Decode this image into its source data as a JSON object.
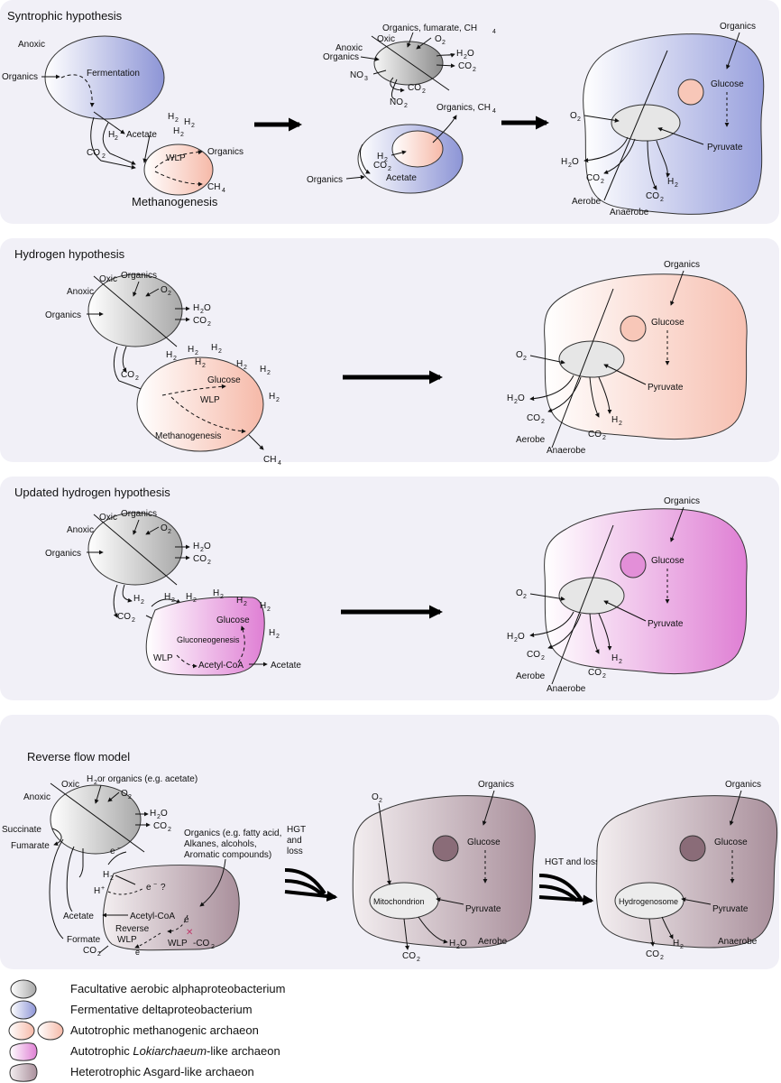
{
  "panels": {
    "syntrophic": {
      "title": "Syntrophic hypothesis",
      "labels": {
        "anoxic": "Anoxic",
        "organics_in": "Organics",
        "fermentation": "Fermentation",
        "acetate": "Acetate",
        "h2_a": "H",
        "h2_b": "H",
        "h2_c": "H",
        "h2_d": "H",
        "co2": "CO",
        "wlp": "WLP",
        "organics_out": "Organics",
        "ch4": "CH",
        "methanogenesis": "Methanogenesis",
        "mid_top": "Organics, fumarate, CH",
        "mid_oxic": "Oxic",
        "mid_o2": "O",
        "mid_anoxic": "Anoxic",
        "mid_organics": "Organics",
        "mid_h2o": "H",
        "mid_co2": "CO",
        "mid_no3": "NO",
        "mid_co2b": "CO",
        "mid_no2": "NO",
        "mid_organics_ch4": "Organics, CH",
        "mid_h2": "H",
        "mid_co2c": "CO",
        "mid_acetate": "Acetate",
        "mid_organics2": "Organics",
        "right_organics": "Organics",
        "right_glucose": "Glucose",
        "right_o2": "O",
        "right_pyruvate": "Pyruvate",
        "right_h2o": "H",
        "right_co2": "CO",
        "right_co2b": "CO",
        "right_h2": "H",
        "aerobe": "Aerobe",
        "anaerobe": "Anaerobe"
      }
    },
    "hydrogen": {
      "title": "Hydrogen hypothesis",
      "labels": {
        "oxic": "Oxic",
        "organics_top": "Organics",
        "o2": "O",
        "anoxic": "Anoxic",
        "organics_in": "Organics",
        "h2o": "H",
        "co2": "CO",
        "co2_in": "CO",
        "h2_1": "H",
        "h2_2": "H",
        "h2_3": "H",
        "h2_4": "H",
        "h2_5": "H",
        "h2_6": "H",
        "h2_7": "H",
        "glucose": "Glucose",
        "wlp": "WLP",
        "methanogenesis": "Methanogenesis",
        "ch4": "CH",
        "right_organics": "Organics",
        "right_glucose": "Glucose",
        "right_o2": "O",
        "right_pyruvate": "Pyruvate",
        "right_h2o": "H",
        "right_co2": "CO",
        "right_co2b": "CO",
        "right_h2": "H",
        "aerobe": "Aerobe",
        "anaerobe": "Anaerobe"
      }
    },
    "updated": {
      "title": "Updated hydrogen hypothesis",
      "labels": {
        "oxic": "Oxic",
        "organics_top": "Organics",
        "o2": "O",
        "anoxic": "Anoxic",
        "organics_in": "Organics",
        "h2o": "H",
        "co2": "CO",
        "co2_in": "CO",
        "h2_1": "H",
        "h2_2": "H",
        "h2_3": "H",
        "h2_4": "H",
        "h2_5": "H",
        "h2_6": "H",
        "h2_7": "H",
        "glucose": "Glucose",
        "gluconeogenesis": "Gluconeogenesis",
        "wlp": "WLP",
        "acetyl_coa": "Acetyl-CoA",
        "acetate": "Acetate",
        "right_organics": "Organics",
        "right_glucose": "Glucose",
        "right_o2": "O",
        "right_pyruvate": "Pyruvate",
        "right_h2o": "H",
        "right_co2": "CO",
        "right_co2b": "CO",
        "right_h2": "H",
        "aerobe": "Aerobe",
        "anaerobe": "Anaerobe"
      }
    },
    "reverse": {
      "title": "Reverse flow model",
      "labels": {
        "oxic": "Oxic",
        "top": "H",
        "top_rest": " or organics (e.g. acetate)",
        "o2": "O",
        "anoxic": "Anoxic",
        "succinate": "Succinate",
        "fumarate": "Fumarate",
        "h2o": "H",
        "co2": "CO",
        "e_minus": "e",
        "organics_note_1": "Organics (e.g. fatty acid,",
        "organics_note_2": "Alkanes, alcohols,",
        "organics_note_3": "Aromatic compounds)",
        "h2": "H",
        "h_plus": "H",
        "e_q": "e  ?",
        "acetyl_coa": "Acetyl-CoA",
        "acetate": "Acetate",
        "reverse": "Reverse",
        "wlp_rev": "WLP",
        "e2": "e",
        "wlp": "WLP",
        "co2_wlp": "-CO",
        "formate": "Formate",
        "co2_out": "CO",
        "e3": "e",
        "hgt1": "HGT",
        "hgt2": "and",
        "hgt3": "loss",
        "m_o2": "O",
        "m_organics": "Organics",
        "m_glucose": "Glucose",
        "mitochondrion": "Mitochondrion",
        "m_pyruvate": "Pyruvate",
        "m_co2": "CO",
        "m_h2o": "H",
        "aerobe": "Aerobe",
        "hgt_loss": "HGT and loss",
        "h_organics": "Organics",
        "h_glucose": "Glucose",
        "hydrogenosome": "Hydrogenosome",
        "h_pyruvate": "Pyruvate",
        "h_co2": "CO",
        "h_h2": "H",
        "anaerobe": "Anaerobe"
      }
    }
  },
  "legend": [
    {
      "label": "Facultative aerobic alphaproteobacterium",
      "shape": "oval-grey"
    },
    {
      "label": "Fermentative deltaproteobacterium",
      "shape": "oval-blue"
    },
    {
      "label": "Autotrophic methanogenic archaeon",
      "shape": "double-oval-peach"
    },
    {
      "label_pre": "Autotrophic ",
      "label_italic": "Lokiarchaeum",
      "label_post": "-like archaeon",
      "shape": "blob-magenta"
    },
    {
      "label": "Heterotrophic Asgard-like archaeon",
      "shape": "blob-mauve"
    }
  ],
  "colors": {
    "panel_bg": "#f1f0f7",
    "grey": "#c8c8c8",
    "blue": "#8d95d6",
    "peach": "#f8c7b8",
    "magenta": "#e38fd8",
    "mauve": "#b9a4ad",
    "dark_nucleus": "#8a6c78"
  }
}
